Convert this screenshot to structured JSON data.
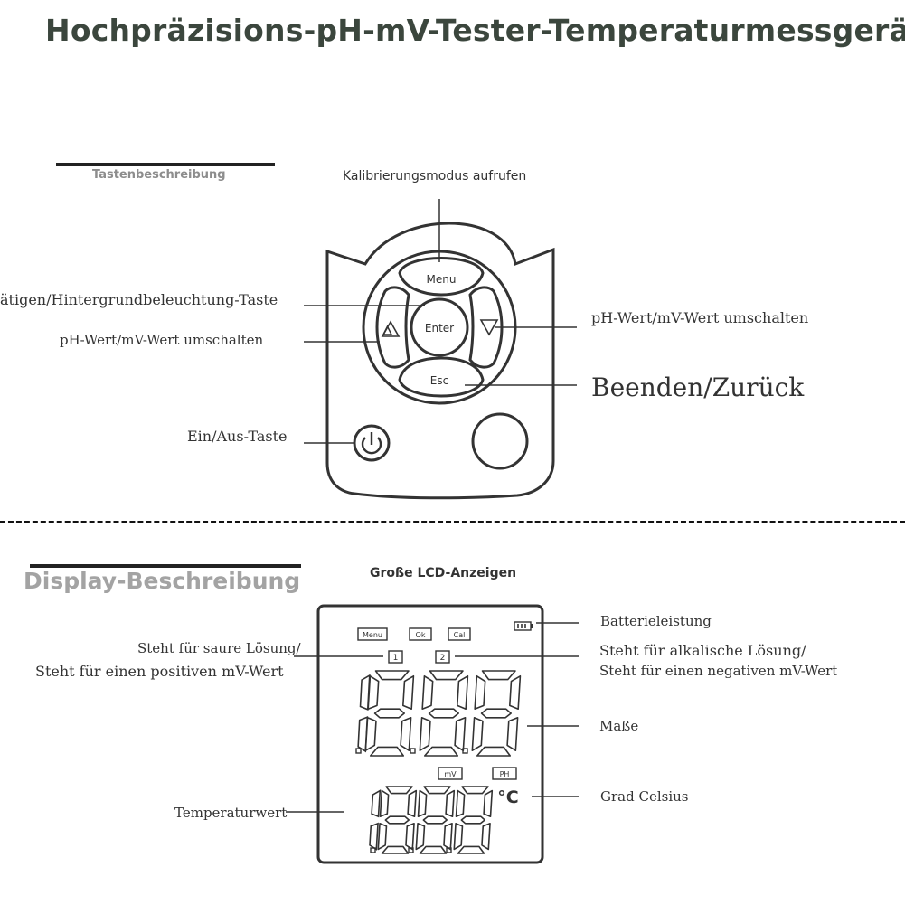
{
  "title": "Hochpräzisions-pH-mV-Tester-Temperaturmessgerät",
  "section_keys": "Tastenbeschreibung",
  "section_display": "Display-Beschreibung",
  "lcd_title": "Große LCD-Anzeigen",
  "keys": {
    "menu": "Menu",
    "enter": "Enter",
    "esc": "Esc"
  },
  "labels": {
    "calibration": "Kalibrierungsmodus aufrufen",
    "confirm": "ätigen/Hintergrundbeleuchtung-Taste",
    "switch_left": "pH-Wert/mV-Wert umschalten",
    "switch_right": "pH-Wert/mV-Wert umschalten",
    "exit": "Beenden/Zurück",
    "power": "Ein/Aus-Taste"
  },
  "lcd": {
    "menu": "Menu",
    "ok": "Ok",
    "cal": "Cal",
    "ind1": "1",
    "ind2": "2",
    "mv": "mV",
    "ph": "PH",
    "celsius": "°C"
  },
  "display_labels": {
    "battery": "Batterieleistung",
    "acid1": "Steht für saure Lösung/",
    "acid2": "Steht für einen positiven mV-Wert",
    "alk1": "Steht für alkalische Lösung/",
    "alk2": "Steht für einen negativen mV-Wert",
    "measure": "Maße",
    "temp_value": "Temperaturwert",
    "celsius": "Grad Celsius"
  }
}
